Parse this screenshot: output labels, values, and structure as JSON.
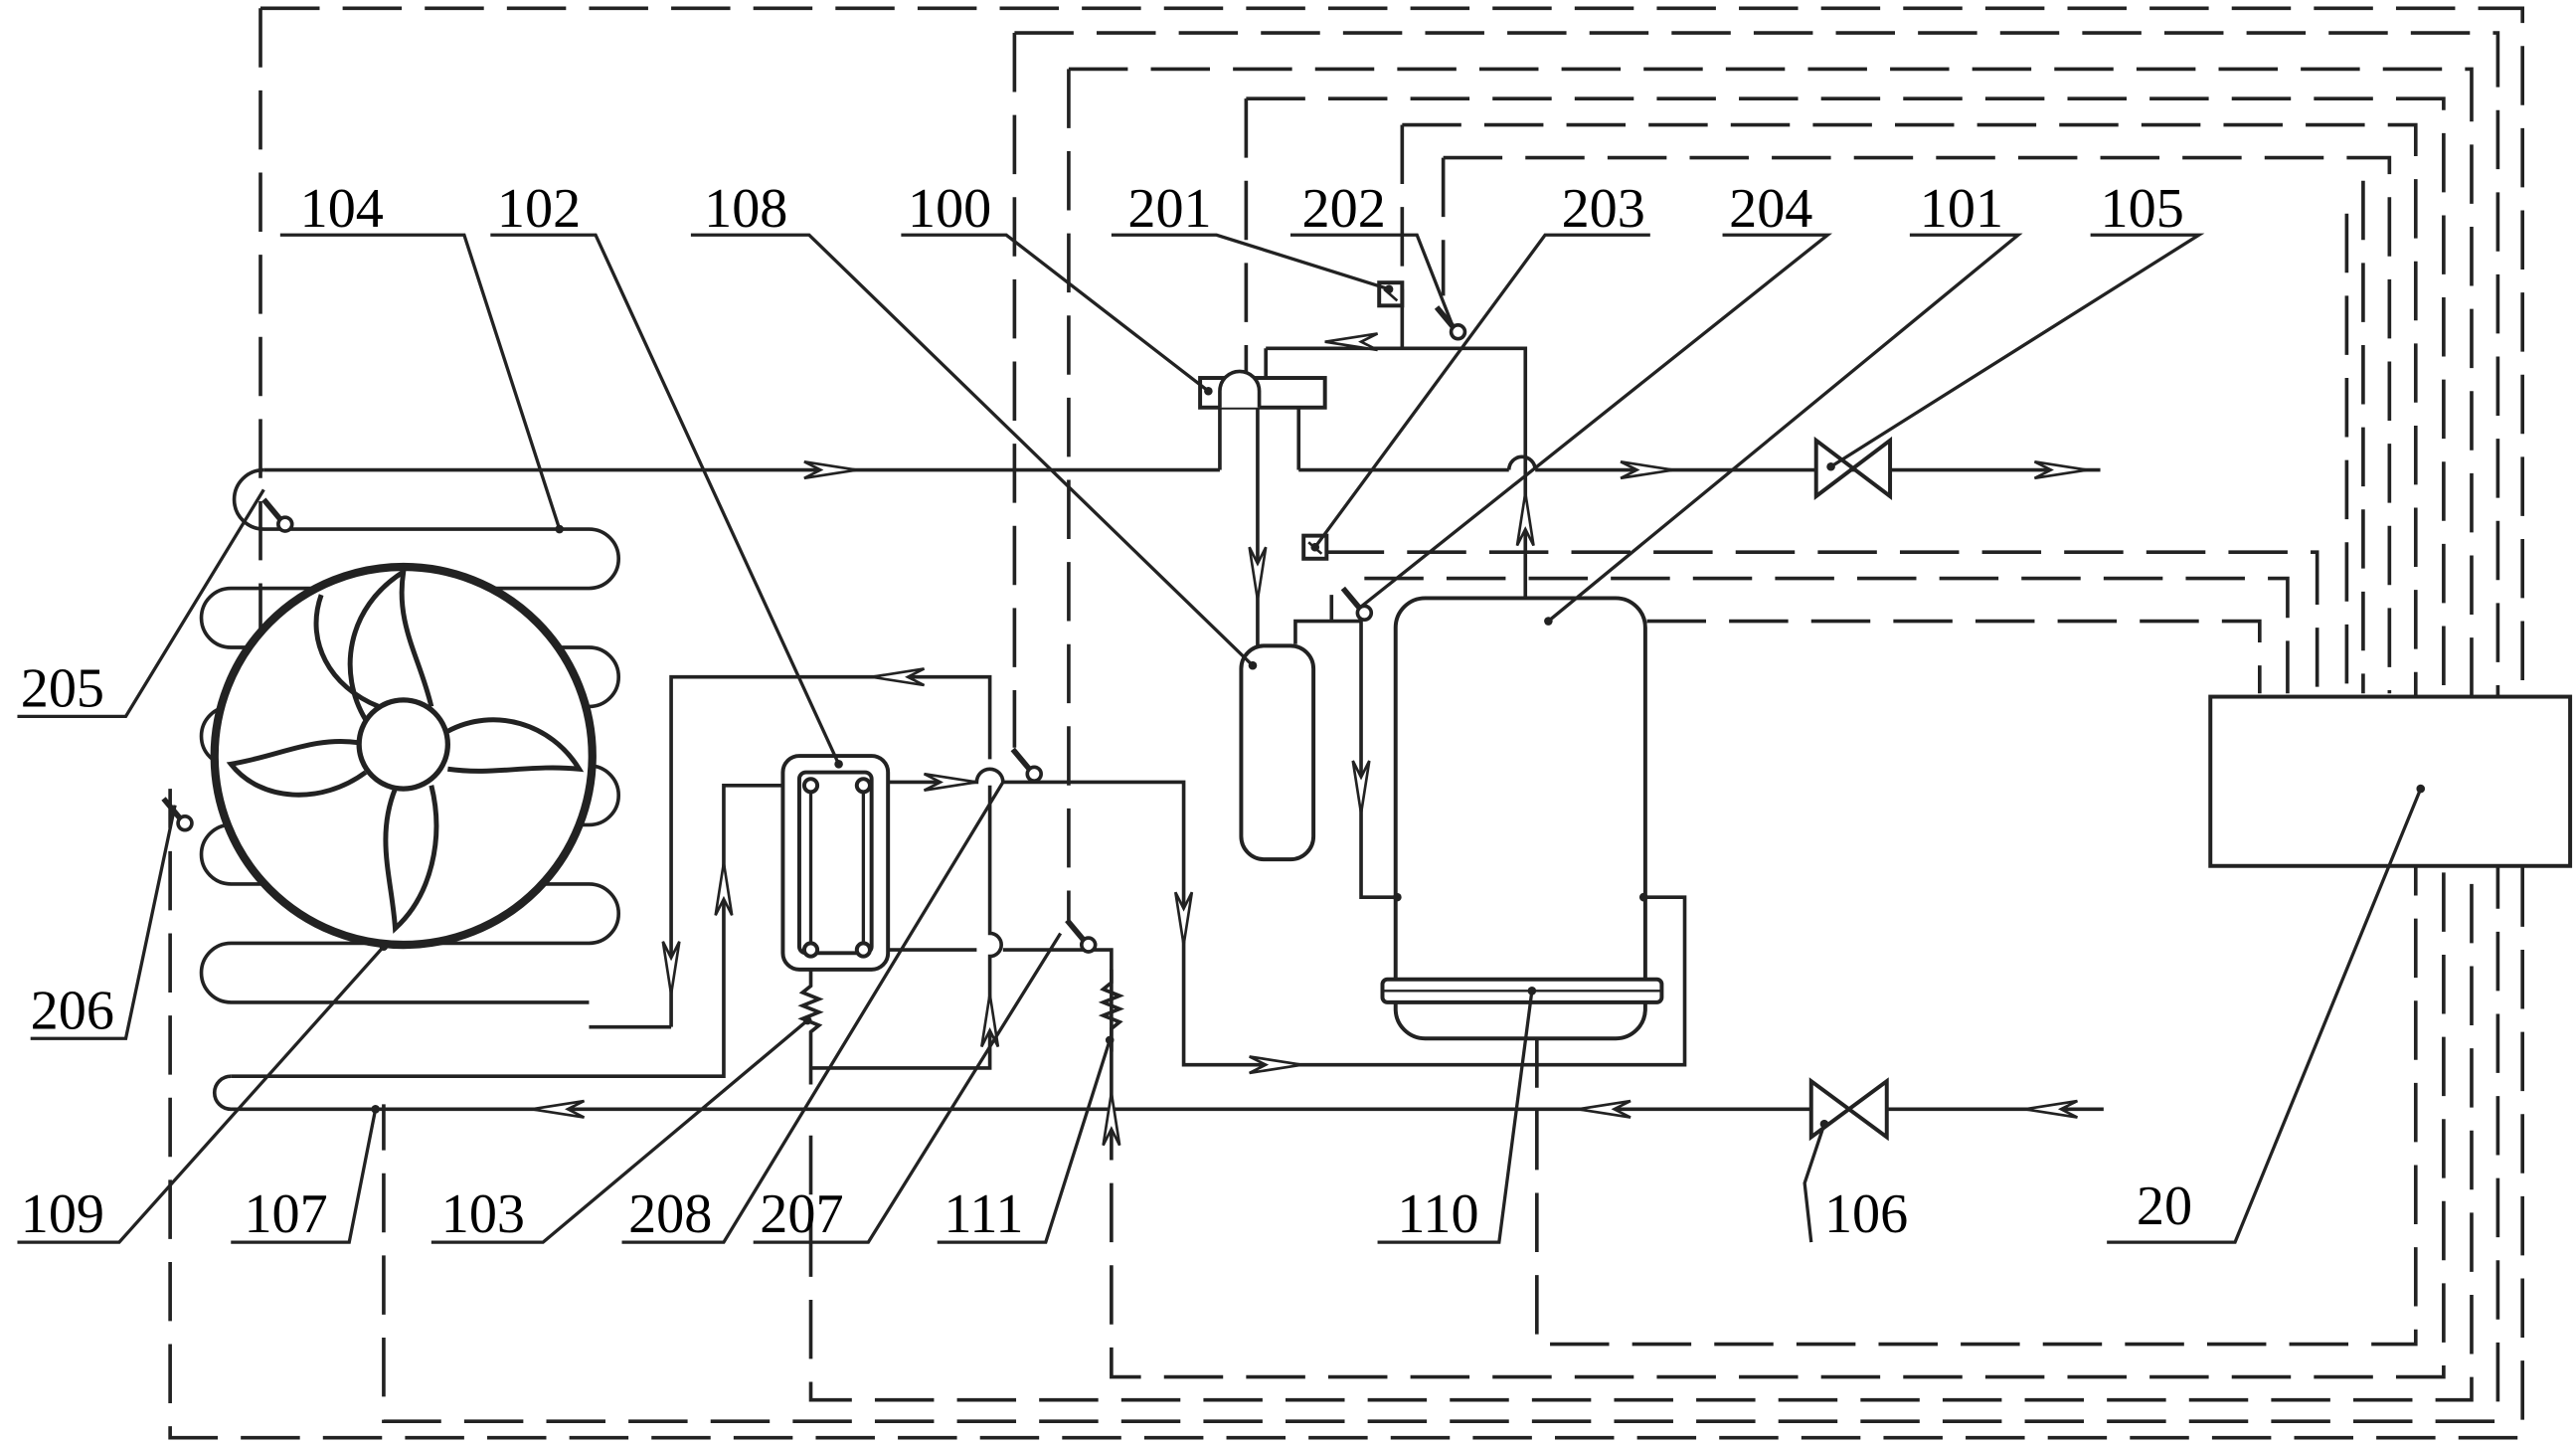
{
  "labels": {
    "l104": "104",
    "l102": "102",
    "l108": "108",
    "l100": "100",
    "l201": "201",
    "l202": "202",
    "l203": "203",
    "l204": "204",
    "l101": "101",
    "l105": "105",
    "l205": "205",
    "l206": "206",
    "l109": "109",
    "l107": "107",
    "l103": "103",
    "l208": "208",
    "l207": "207",
    "l111": "111",
    "l110": "110",
    "l106": "106",
    "l20": "20"
  },
  "icons": {
    "fan": "fan-icon",
    "valve": "bowtie-valve-icon",
    "sensor": "temperature-probe-icon"
  }
}
